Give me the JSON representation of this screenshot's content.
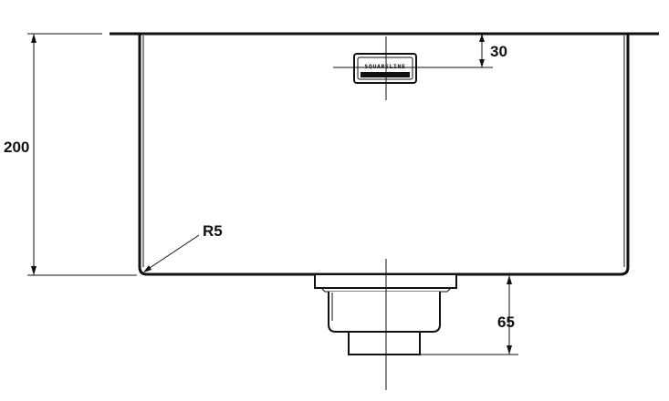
{
  "dimensions": {
    "height": "200",
    "logo_offset": "30",
    "corner_radius": "R5",
    "drain_depth": "65"
  },
  "logo": {
    "brand_text": "SQUARELINE"
  },
  "colors": {
    "line": "#111111",
    "background": "#ffffff"
  }
}
